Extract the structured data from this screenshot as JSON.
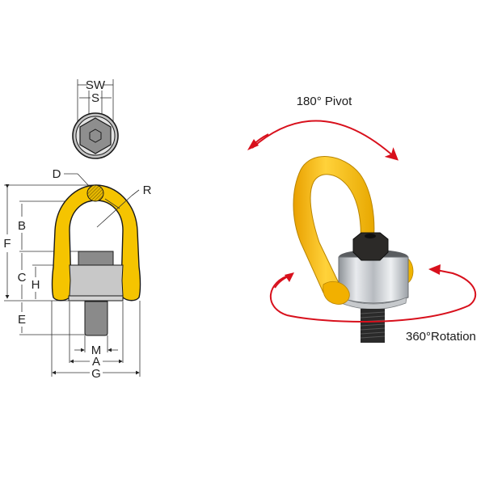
{
  "drawing": {
    "top_view": {
      "labels": {
        "sw": "SW",
        "s": "S"
      }
    },
    "front_view": {
      "labels": {
        "d": "D",
        "r": "R",
        "b": "B",
        "f": "F",
        "c": "C",
        "h": "H",
        "e": "E",
        "m": "M",
        "a": "A",
        "g": "G"
      }
    },
    "colors": {
      "bow_yellow": "#f5c400",
      "body_gray": "#c8c8c8",
      "head_gray": "#8a8a8a",
      "outline": "#1a1a1a"
    }
  },
  "photo": {
    "annotations": {
      "pivot": "180° Pivot",
      "rotation": "360°Rotation"
    },
    "colors": {
      "arrow_red": "#d8101c",
      "bow_yellow": "#f6b80a",
      "steel": "#c9ccd0",
      "bolt_black": "#2a2a2a"
    }
  }
}
